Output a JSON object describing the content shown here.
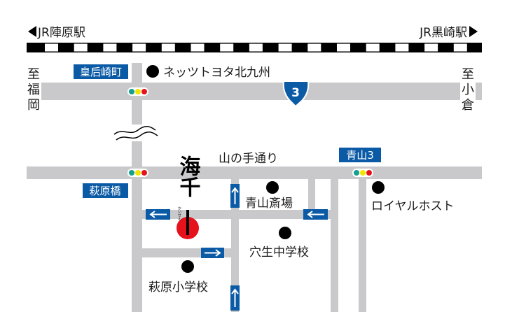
{
  "colors": {
    "road": "#c9c9cb",
    "sign_blue": "#0b5aa6",
    "shop_red": "#e5121b",
    "light_green": "#12a08f",
    "light_yellow": "#f2e600",
    "light_red": "#e5121b"
  },
  "stations": {
    "left": "JR陣原駅",
    "right": "JR黒崎駅"
  },
  "directions": {
    "left": "至福岡",
    "right": "至小倉"
  },
  "route_shield": "3",
  "street_name": "山の手通り",
  "intersections": [
    "皇后崎町",
    "萩原橋",
    "青山3"
  ],
  "landmarks": [
    "ネッツトヨタ北九州",
    "青山斎場",
    "穴生中学校",
    "萩原小学校",
    "ロイヤルホスト"
  ],
  "shop": {
    "logo_text": "海千",
    "logo_reading": "かいせん"
  },
  "icons": [
    "arrow-left-icon",
    "arrow-right-icon",
    "arrow-up-icon",
    "traffic-light-icon",
    "landmark-dot-icon",
    "road-break-icon"
  ]
}
